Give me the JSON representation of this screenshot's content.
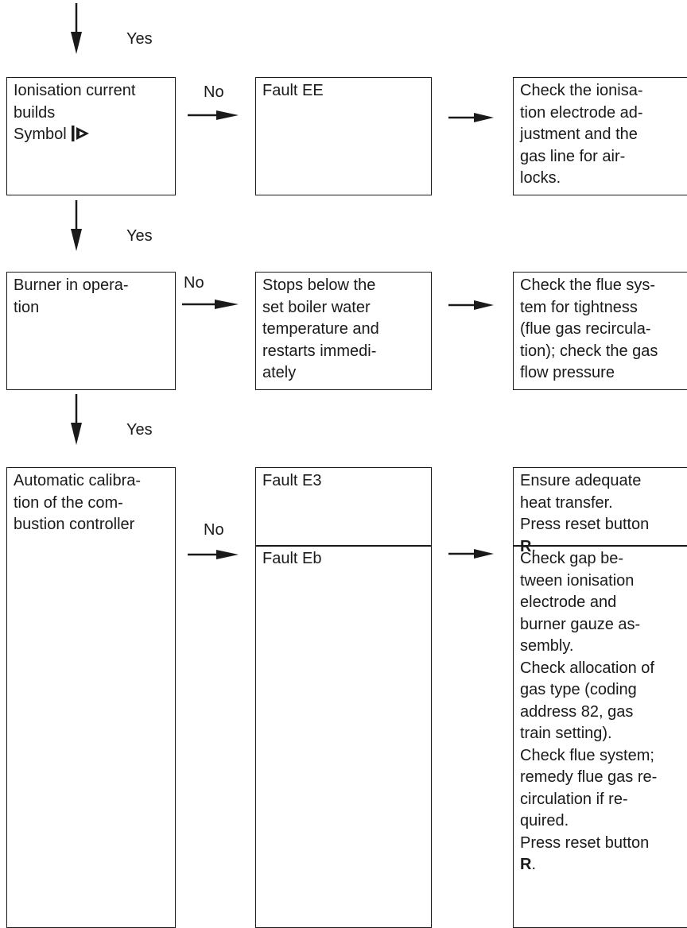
{
  "flow": {
    "yes_label": "Yes",
    "no_label": "No",
    "step1": {
      "condition": [
        "Ionisation current",
        "builds"
      ],
      "symbol_prefix": "Symbol",
      "symbol_icon": "flame-symbol-icon",
      "fault": "Fault EE",
      "remedy": [
        "Check the ionisa-",
        "tion electrode ad-",
        "justment and the",
        "gas line for air-",
        "locks."
      ]
    },
    "step2": {
      "condition": [
        "Burner in opera-",
        "tion"
      ],
      "fault": [
        "Stops below the",
        "set boiler water",
        "temperature and",
        "restarts immedi-",
        "ately"
      ],
      "remedy": [
        "Check the flue sys-",
        "tem for tightness",
        "(flue gas recircula-",
        "tion); check the gas",
        "flow pressure"
      ]
    },
    "step3": {
      "condition": [
        "Automatic calibra-",
        "tion of the com-",
        "bustion controller"
      ],
      "fault_a": "Fault E3",
      "remedy_a": [
        "Ensure adequate",
        "heat transfer.",
        "Press reset button"
      ],
      "remedy_a_bold": "R",
      "fault_b": "Fault Eb",
      "remedy_b": [
        "Check gap be-",
        "tween ionisation",
        "electrode and",
        "burner gauze as-",
        "sembly.",
        "Check allocation of",
        "gas type (coding",
        "address 82, gas",
        "train setting).",
        "Check flue system;",
        "remedy flue gas re-",
        "circulation if re-",
        "quired.",
        "Press reset button"
      ],
      "remedy_b_bold": "R"
    }
  }
}
